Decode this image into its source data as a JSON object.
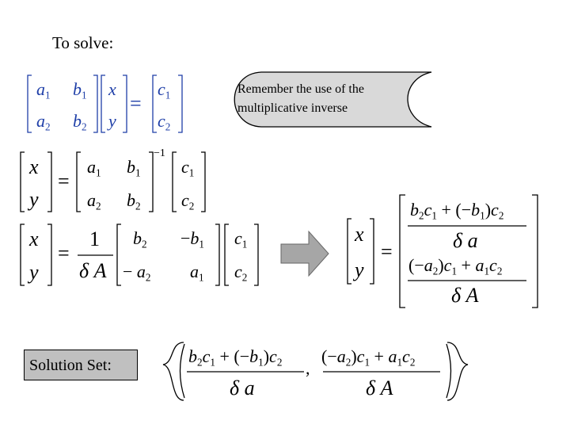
{
  "heading": "To solve:",
  "callout": {
    "line1": "Remember the use of the",
    "line2": "multiplicative inverse"
  },
  "solution_label": "Solution Set:",
  "colors": {
    "blue_text": "#1f3fa8",
    "arrow_fill": "#a6a6a6",
    "callout_fill": "#d9d9d9",
    "label_box": "#c0c0c0"
  },
  "icons": [
    "arrow-right-icon",
    "callout-shape-icon"
  ],
  "sym": {
    "a": "a",
    "b": "b",
    "c": "c",
    "x": "x",
    "y": "y",
    "one": "1",
    "two": "2",
    "eq": "=",
    "minus": "−",
    "inv": "−1",
    "delta": "δ",
    "A": "A",
    "plus": "+",
    "lp": "(",
    "rp": ")",
    "comma": ","
  }
}
